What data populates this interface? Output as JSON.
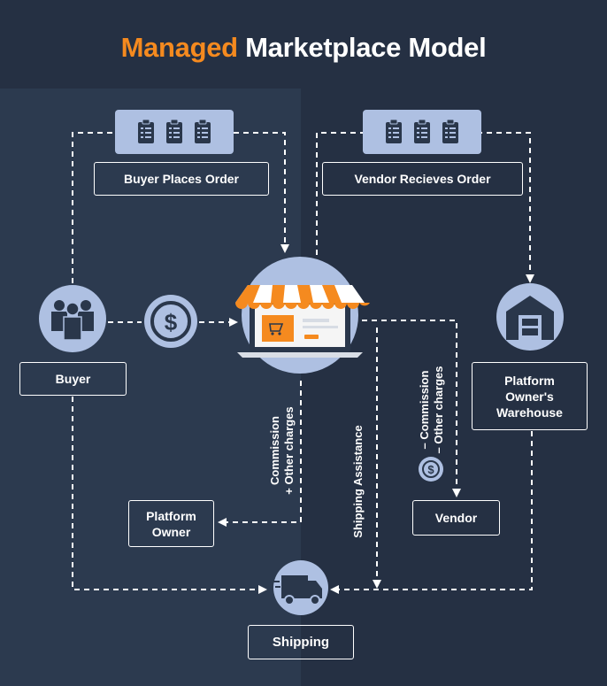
{
  "title": {
    "accent": "Managed",
    "rest": "Marketplace Model"
  },
  "labels": {
    "buyer_places_order": "Buyer Places Order",
    "vendor_receives_order": "Vendor Recieves Order",
    "buyer": "Buyer",
    "platform_owners_warehouse_line1": "Platform",
    "platform_owners_warehouse_line2": "Owner's",
    "platform_owners_warehouse_line3": "Warehouse",
    "platform_owner_line1": "Platform",
    "platform_owner_line2": "Owner",
    "vendor": "Vendor",
    "shipping": "Shipping"
  },
  "flow_labels": {
    "commission_plus_line1": "Commission",
    "commission_plus_line2": "+ Other charges",
    "shipping_assistance": "Shipping Assistance",
    "commission_minus_line1": "– Commission",
    "commission_minus_line2": "– Other charges"
  },
  "icons": {
    "order_clipboards": "clipboard-checklist-icon",
    "buyer": "people-group-icon",
    "payment": "dollar-coin-icon",
    "store": "storefront-laptop-icon",
    "warehouse": "warehouse-icon",
    "shipping": "delivery-truck-icon",
    "vendor_payment": "dollar-coin-small-icon"
  },
  "colors": {
    "accent": "#f58a1f",
    "circle": "#aec0e2",
    "clipboard_bg": "#aec0e2",
    "icon_dark": "#2a374b",
    "line": "#ffffff"
  }
}
